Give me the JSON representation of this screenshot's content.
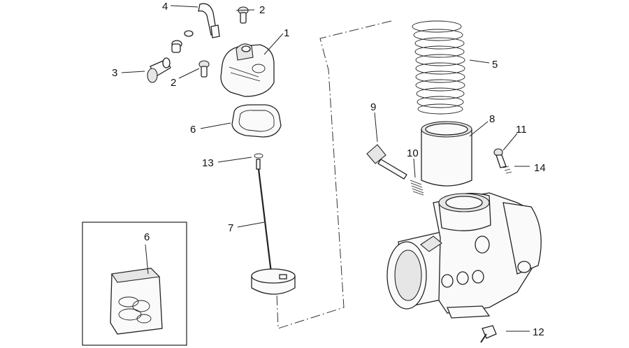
{
  "callouts": {
    "c1": "1",
    "c2a": "2",
    "c2b": "2",
    "c3": "3",
    "c4": "4",
    "c5": "5",
    "c6a": "6",
    "c6b": "6",
    "c7": "7",
    "c8": "8",
    "c9": "9",
    "c10": "10",
    "c11": "11",
    "c12": "12",
    "c13": "13",
    "c14": "14"
  }
}
